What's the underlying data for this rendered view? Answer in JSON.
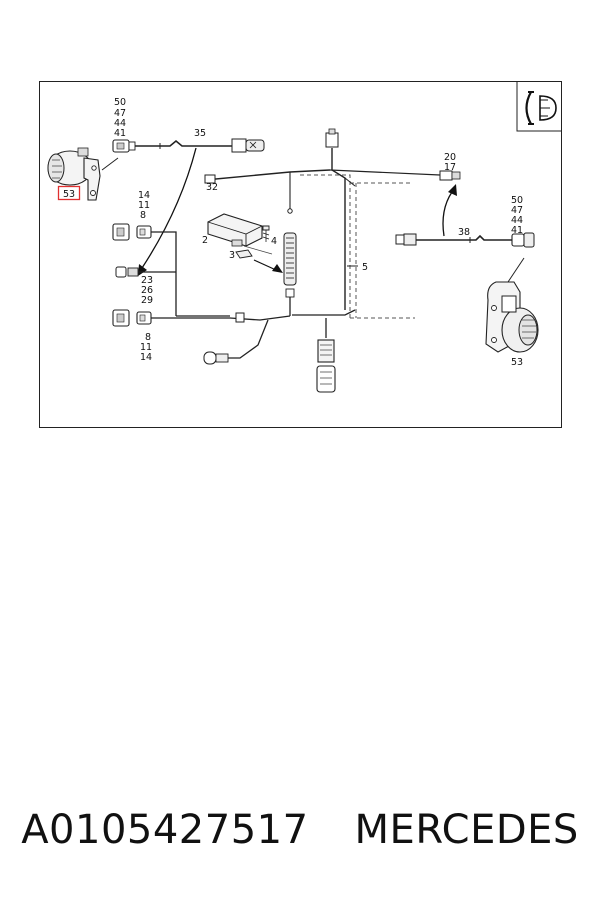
{
  "callouts": {
    "top_left_stack": [
      "50",
      "47",
      "44",
      "41"
    ],
    "cable_top": "35",
    "harness_left_end": "32",
    "left_stack_upper": [
      "14",
      "11",
      "8"
    ],
    "module": "2",
    "screw": "4",
    "bracket": "3",
    "harness_main": "5",
    "left_stack_mid": [
      "23",
      "26",
      "29"
    ],
    "left_stack_lower": [
      "8",
      "11",
      "14"
    ],
    "right_top_stack": [
      "20",
      "17"
    ],
    "cable_right": "38",
    "right_mid_stack": [
      "50",
      "47",
      "44",
      "41"
    ],
    "sensor_left": "53",
    "sensor_right": "53"
  },
  "icons": {
    "corner": "headlight-range-icon",
    "highlight_color": "#e03030"
  },
  "caption": {
    "part_number": "A0105427517",
    "brand": "MERCEDES"
  }
}
